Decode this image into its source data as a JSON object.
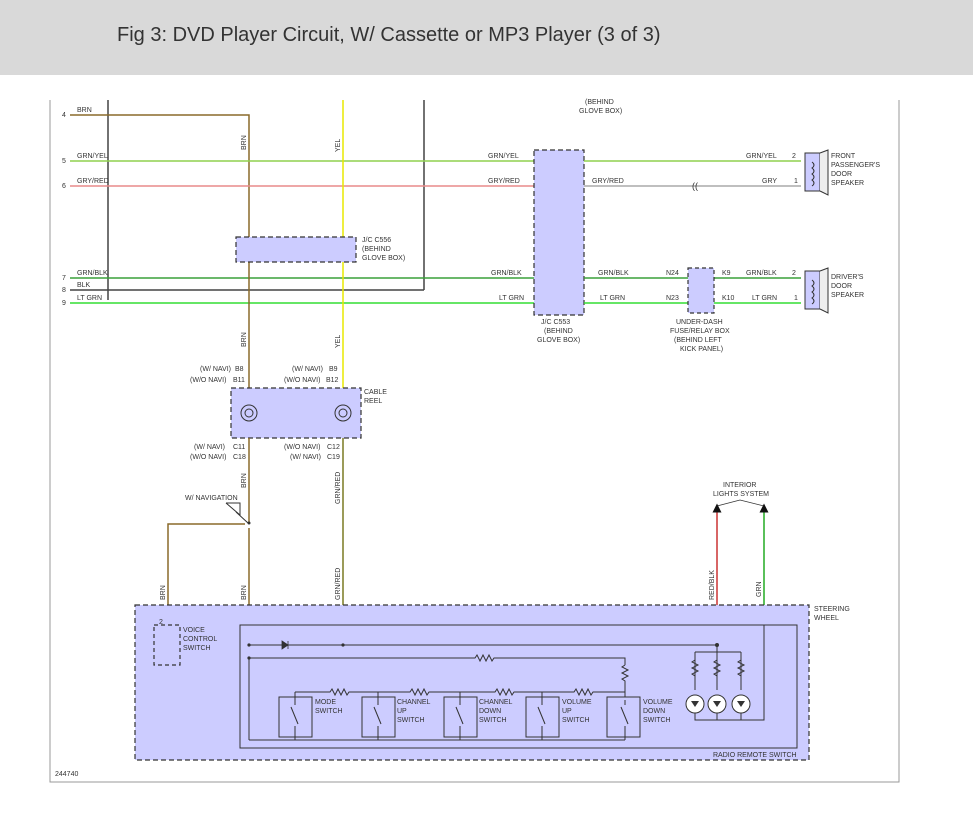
{
  "header": {
    "title": "Fig 3: DVD Player Circuit, W/ Cassette or MP3 Player (3 of 3)"
  },
  "colors": {
    "brn": "#8a6a2a",
    "grnyel": "#8fd14f",
    "gryred": "#e88a8a",
    "grnblk": "#3aa13a",
    "blk": "#444444",
    "ltgrn": "#33dd33",
    "yel": "#e8e800",
    "gry": "#aaaaaa",
    "grnred": "#7a7a22",
    "redblk": "#cc3333",
    "grn": "#22aa22",
    "box": "#ccccff"
  },
  "diagram": {
    "figure_number": "244740",
    "pins": {
      "p4": "4",
      "p5": "5",
      "p6": "6",
      "p7": "7",
      "p8": "8",
      "p9": "9"
    },
    "wires_left": {
      "brn": "BRN",
      "grnyel": "GRN/YEL",
      "gryred": "GRY/RED",
      "grnblk": "GRN/BLK",
      "blk": "BLK",
      "ltgrn": "LT GRN"
    },
    "vertical_labels": {
      "brn_top": "BRN",
      "yel_top": "YEL",
      "brn_mid": "BRN",
      "yel_mid": "YEL",
      "brn_low": "BRN",
      "grnred_low": "GRN/RED",
      "brn_branch": "BRN",
      "brn_main": "BRN",
      "grnred_main": "GRN/RED",
      "redblk": "RED/BLK",
      "grn": "GRN"
    },
    "top_jc_note": [
      "(BEHIND",
      "GLOVE BOX)"
    ],
    "jc_c556": [
      "J/C C556",
      "(BEHIND",
      "GLOVE BOX)"
    ],
    "jc_c553": [
      "J/C C553",
      "(BEHIND",
      "GLOVE BOX)"
    ],
    "jc553_left": {
      "grnyel": "GRN/YEL",
      "gryred": "GRY/RED",
      "grnblk": "GRN/BLK",
      "ltgrn": "LT GRN"
    },
    "jc553_right": {
      "gryred": "GRY/RED",
      "grnblk": "GRN/BLK",
      "ltgrn": "LT GRN"
    },
    "front_speaker": {
      "wire_top": "GRN/YEL",
      "wire_bottom": "GRY",
      "pin_top": "2",
      "pin_bottom": "1",
      "label": [
        "FRONT",
        "PASSENGER'S",
        "DOOR",
        "SPEAKER"
      ]
    },
    "driver_speaker": {
      "wire_top": "GRN/BLK",
      "wire_bottom": "LT GRN",
      "pin_top": "2",
      "pin_bottom": "1",
      "label": [
        "DRIVER'S",
        "DOOR",
        "SPEAKER"
      ]
    },
    "fuse_box": {
      "n24": "N24",
      "n23": "N23",
      "k9": "K9",
      "k10": "K10",
      "label": [
        "UNDER-DASH",
        "FUSE/RELAY BOX",
        "(BEHIND LEFT",
        "KICK PANEL)"
      ]
    },
    "cable_reel": {
      "label": [
        "CABLE",
        "REEL"
      ],
      "wnavi": "(W/ NAVI)",
      "wonavi": "(W/O NAVI)",
      "b8": "B8",
      "b11": "B11",
      "b9": "B9",
      "b12": "B12",
      "c11": "C11",
      "c18": "C18",
      "c12": "C12",
      "c19": "C19"
    },
    "w_navigation": "W/ NAVIGATION",
    "interior_lights": [
      "INTERIOR",
      "LIGHTS SYSTEM"
    ],
    "steering_wheel": [
      "STEERING",
      "WHEEL"
    ],
    "voice_switch": {
      "pin": "2",
      "label": [
        "VOICE",
        "CONTROL",
        "SWITCH"
      ]
    },
    "remote_switch_label": "RADIO REMOTE SWITCH",
    "switches": {
      "mode": [
        "MODE",
        "SWITCH"
      ],
      "ch_up": [
        "CHANNEL",
        "UP",
        "SWITCH"
      ],
      "ch_down": [
        "CHANNEL",
        "DOWN",
        "SWITCH"
      ],
      "vol_up": [
        "VOLUME",
        "UP",
        "SWITCH"
      ],
      "vol_down": [
        "VOLUME",
        "DOWN",
        "SWITCH"
      ]
    }
  }
}
